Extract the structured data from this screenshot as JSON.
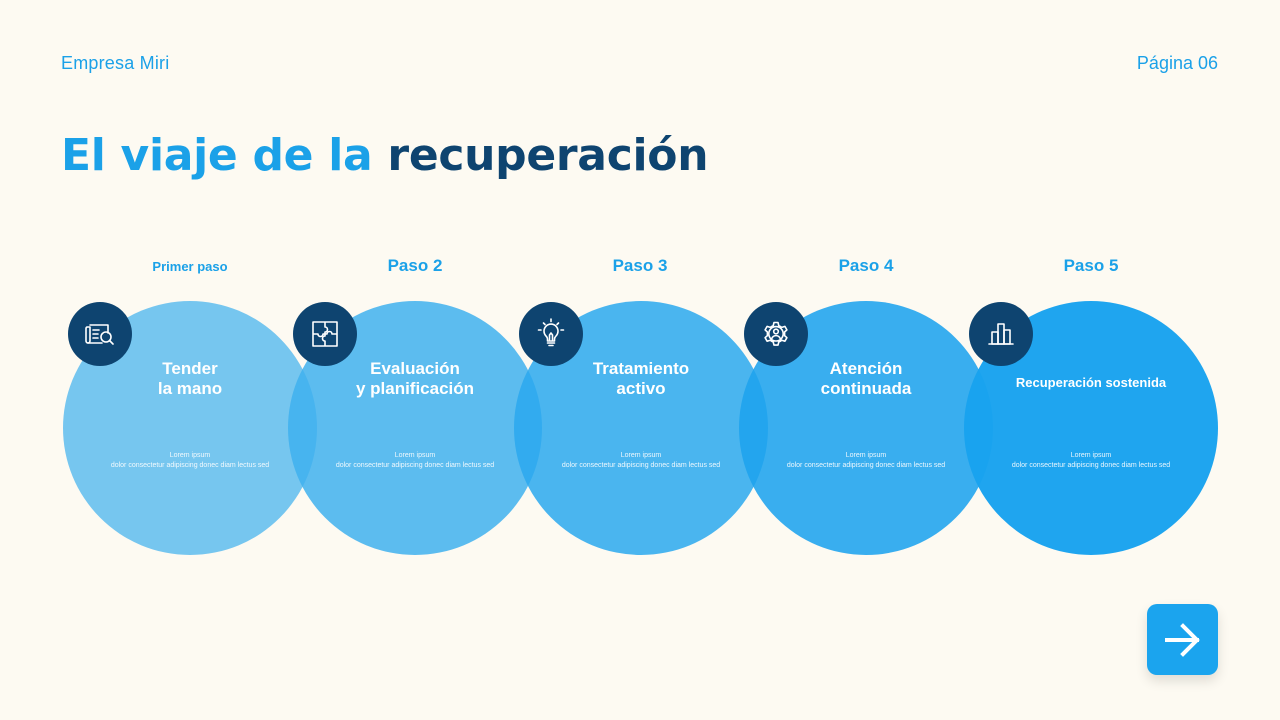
{
  "header": {
    "brand": "Empresa Miri",
    "page_number": "Página 06"
  },
  "title": {
    "part1": "El viaje de la",
    "part2": "recuperación"
  },
  "colors": {
    "accent": "#1ba1e8",
    "dark": "#0e4470",
    "background": "#fdfaf2",
    "circles": [
      "#73c5ef",
      "#5dbdf0",
      "#47b4f0",
      "#33acf0",
      "#1ca5ef"
    ]
  },
  "steps": [
    {
      "label": "Primer paso",
      "title": "Tender la mano",
      "title_line1": "Tender",
      "title_line2": "la mano",
      "desc_line1": "Lorem ipsum",
      "desc_line2": "dolor consectetur adipiscing donec diam lectus sed",
      "icon": "newspaper-search-icon"
    },
    {
      "label": "Paso 2",
      "title": "Evaluación y planificación",
      "title_line1": "Evaluación",
      "title_line2": "y planificación",
      "desc_line1": "Lorem ipsum",
      "desc_line2": "dolor consectetur adipiscing donec diam lectus sed",
      "icon": "puzzle-icon"
    },
    {
      "label": "Paso 3",
      "title": "Tratamiento activo",
      "title_line1": "Tratamiento",
      "title_line2": "activo",
      "desc_line1": "Lorem ipsum",
      "desc_line2": "dolor consectetur adipiscing donec diam lectus sed",
      "icon": "lightbulb-icon"
    },
    {
      "label": "Paso 4",
      "title": "Atención continuada",
      "title_line1": "Atención",
      "title_line2": "continuada",
      "desc_line1": "Lorem ipsum",
      "desc_line2": "dolor consectetur adipiscing donec diam lectus sed",
      "icon": "gear-user-icon"
    },
    {
      "label": "Paso 5",
      "title": "Recuperación sostenida",
      "title_line1": "Recuperación sostenida",
      "title_line2": "",
      "desc_line1": "Lorem ipsum",
      "desc_line2": "dolor consectetur adipiscing donec diam lectus sed",
      "icon": "bar-chart-icon"
    }
  ],
  "navigation": {
    "next_icon": "arrow-right-icon"
  }
}
